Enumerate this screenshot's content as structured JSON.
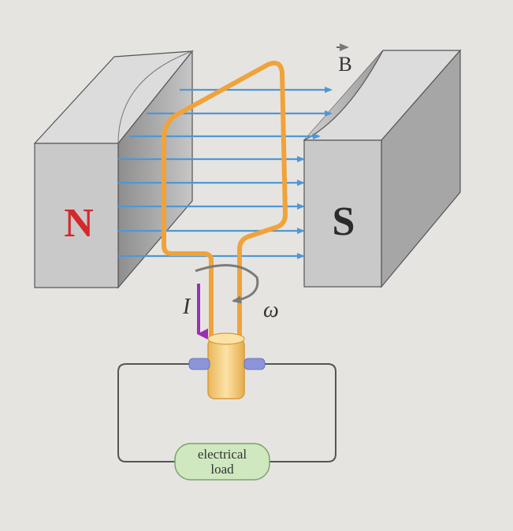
{
  "labels": {
    "north_pole": "N",
    "south_pole": "S",
    "field": "B",
    "current": "I",
    "angular_velocity": "ω",
    "load_line1": "electrical",
    "load_line2": "load"
  },
  "colors": {
    "background": "#e6e4e1",
    "magnet_front": "#c9c9c9",
    "magnet_side": "#a6a6a6",
    "magnet_top": "#dcdcdc",
    "field_lines": "#4f97d6",
    "coil": "#f0a33a",
    "current_arrow": "#9a2fb5",
    "north_label": "#d4282b",
    "south_label": "#2b2b2b",
    "slip_ring": "#f6cf7a",
    "brush": "#8c95d9",
    "load_fill": "#cfe8bf"
  },
  "icons": {
    "rotation": "curved-arrow-icon",
    "field_vector": "vector-arrow-icon"
  }
}
